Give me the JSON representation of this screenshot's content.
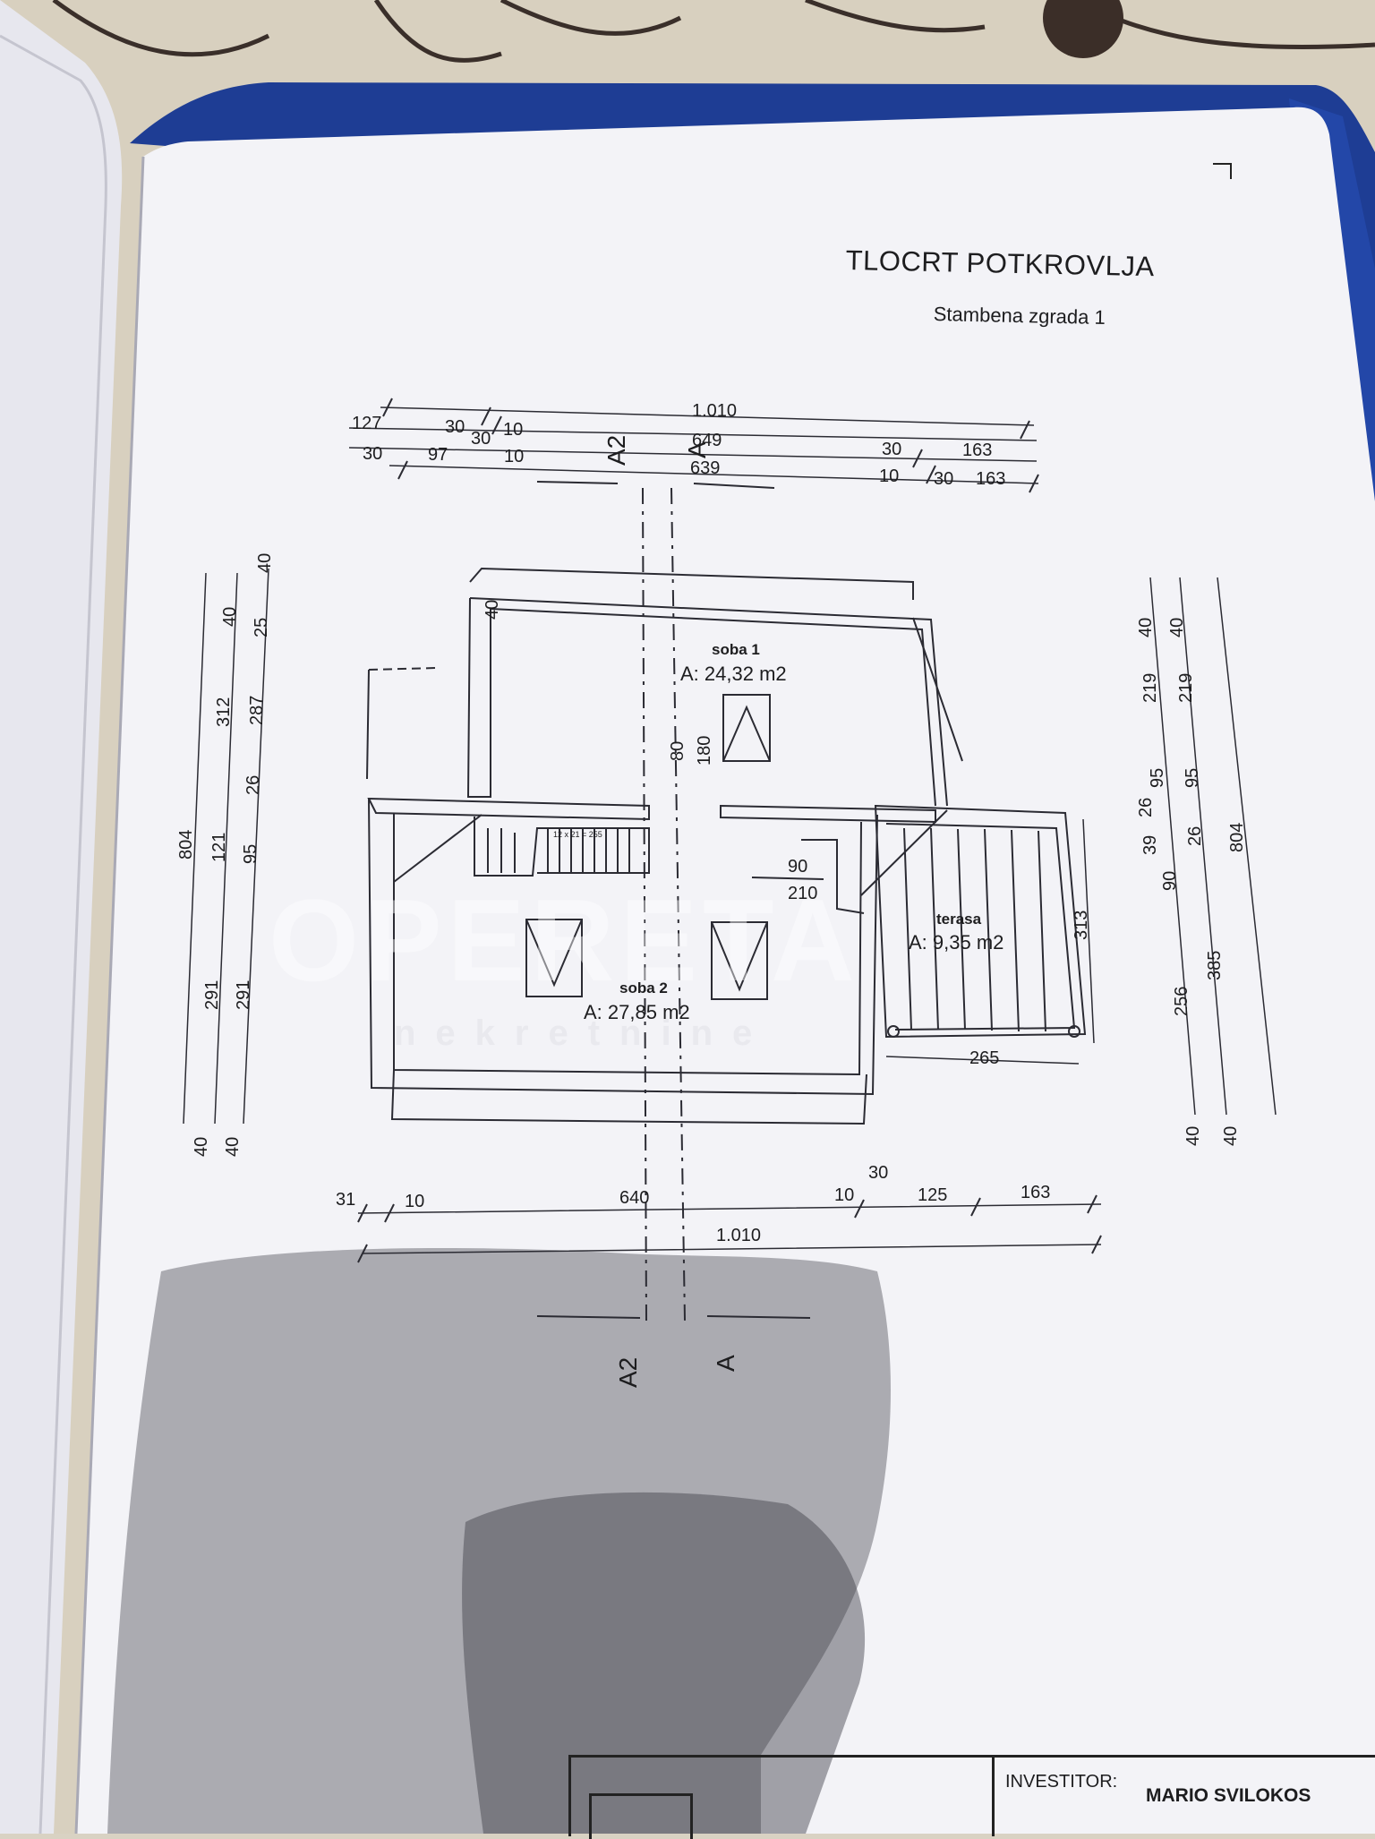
{
  "document": {
    "title": "TLOCRT POTKROVLJA",
    "subtitle": "Stambena zgrada 1"
  },
  "rooms": [
    {
      "name": "soba 1",
      "area": "A: 24,32 m2"
    },
    {
      "name": "soba 2",
      "area": "A: 27,85 m2"
    },
    {
      "name": "terasa",
      "area": "A: 9,35 m2"
    }
  ],
  "stairs_label": "12 x 21 = 255",
  "section_marks": {
    "a2": "A2",
    "a": "A"
  },
  "dimensions": {
    "top": [
      "127",
      "30",
      "10",
      "1.010",
      "30",
      "97",
      "30",
      "10",
      "649",
      "639",
      "30",
      "163",
      "10",
      "30",
      "163"
    ],
    "bottom": [
      "31",
      "10",
      "640",
      "10",
      "30",
      "125",
      "163",
      "1.010"
    ],
    "left": [
      "40",
      "40",
      "25",
      "804",
      "312",
      "287",
      "26",
      "121",
      "95",
      "291",
      "291",
      "40",
      "40"
    ],
    "right": [
      "40",
      "40",
      "219",
      "219",
      "95",
      "95",
      "26",
      "39",
      "26",
      "90",
      "804",
      "256",
      "385",
      "40",
      "40"
    ],
    "inner": [
      "40",
      "80",
      "180",
      "90",
      "210",
      "313",
      "265"
    ]
  },
  "watermark": {
    "main": "OPERETA",
    "sub": "nekretnine"
  },
  "title_block": {
    "investor_label": "INVESTITOR:",
    "investor_name": "MARIO SVILOKOS"
  }
}
